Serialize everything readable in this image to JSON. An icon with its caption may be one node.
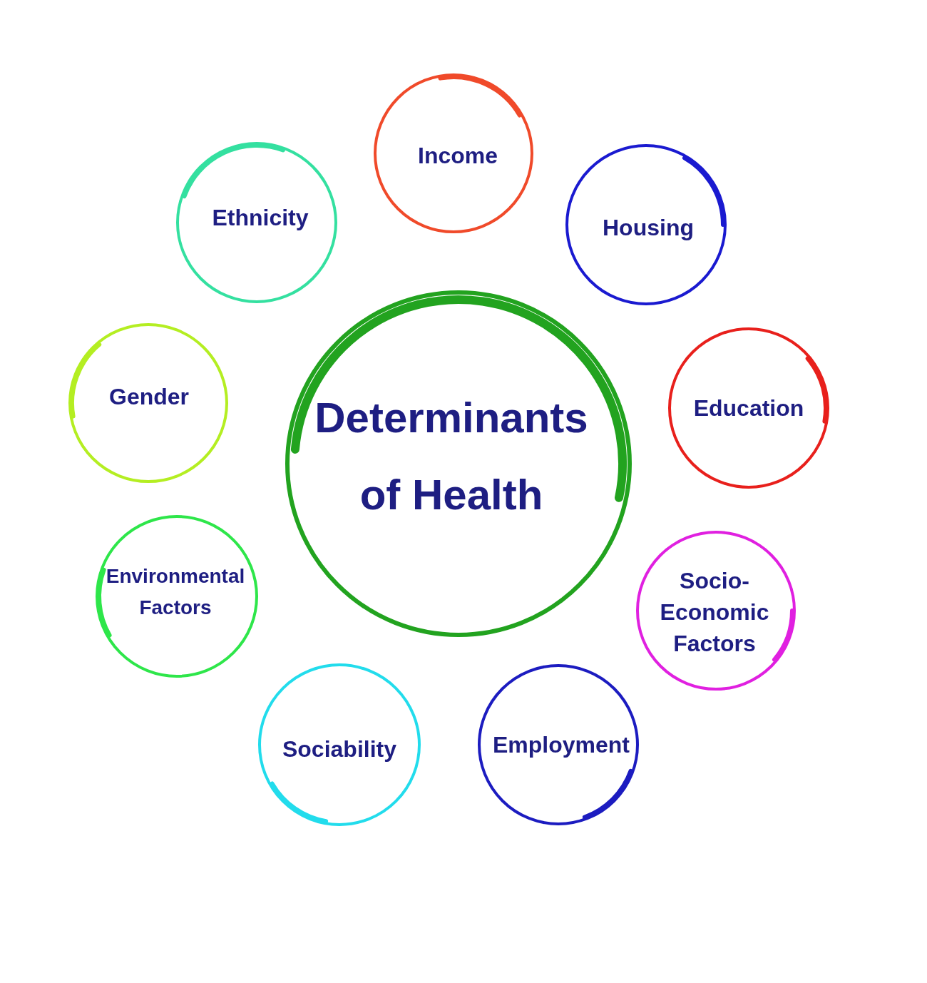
{
  "diagram": {
    "nodes": [
      {
        "text": [
          "Determinants of Health"
        ]
      },
      {
        "text": [
          "Income"
        ]
      },
      {
        "text": [
          "Housing"
        ]
      },
      {
        "text": [
          "Education"
        ]
      },
      {
        "text": [
          "Socio-Economic Factors"
        ]
      },
      {
        "text": [
          "Employment"
        ]
      },
      {
        "text": [
          "Sociability"
        ]
      },
      {
        "text": [
          "Environmental Factors"
        ]
      },
      {
        "text": [
          "Gender"
        ]
      },
      {
        "text": [
          "Ethnicity"
        ]
      }
    ]
  }
}
